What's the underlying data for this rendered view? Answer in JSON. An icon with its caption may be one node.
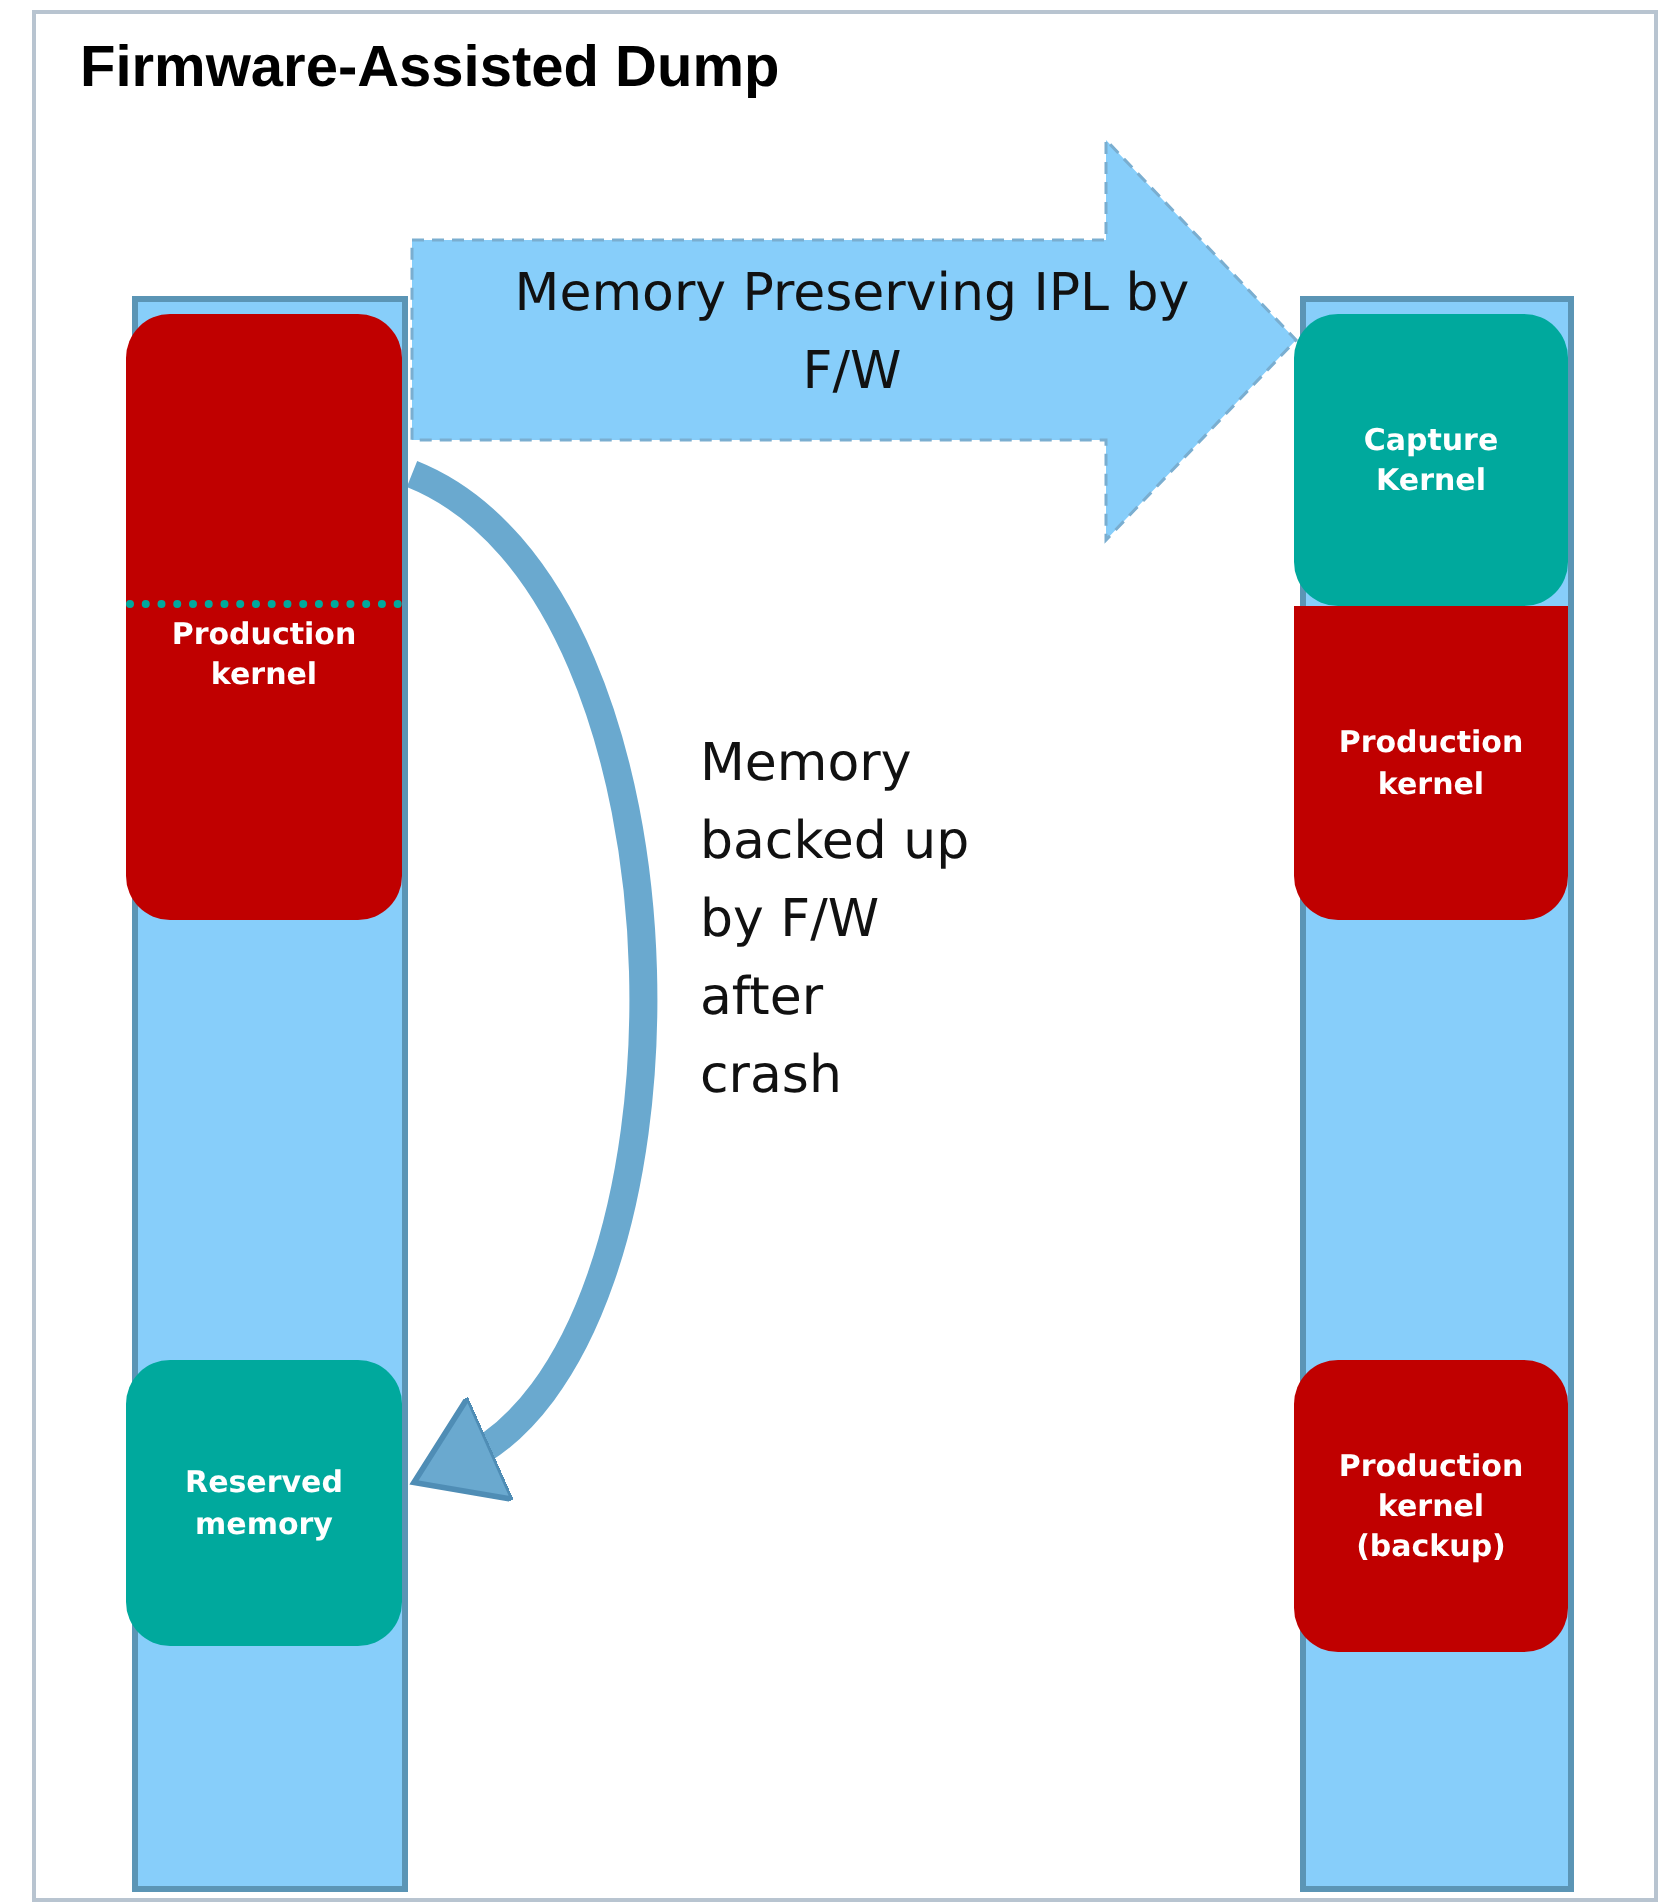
{
  "diagram": {
    "title": "Firmware-Assisted Dump",
    "nodes": [
      {
        "text": [],
        "shape": "bar"
      },
      {
        "text": [
          "Production kernel"
        ],
        "in": 0
      },
      {
        "text": [
          "Reserved memory"
        ],
        "in": 0
      },
      {
        "text": [],
        "shape": "bar"
      },
      {
        "text": [
          "Capture Kernel"
        ],
        "in": 3
      },
      {
        "text": [
          "Production kernel"
        ],
        "in": 3
      },
      {
        "text": [
          "Production kernel (backup)"
        ],
        "in": 3
      }
    ],
    "edges": [
      {
        "from": 0,
        "to": 3,
        "arrow": "to",
        "label": "Memory Preserving IPL by F/W",
        "style": "dashed"
      },
      {
        "from": 1,
        "to": 2,
        "arrow": "to",
        "label": "Memory backed up by F/W after crash"
      }
    ]
  }
}
